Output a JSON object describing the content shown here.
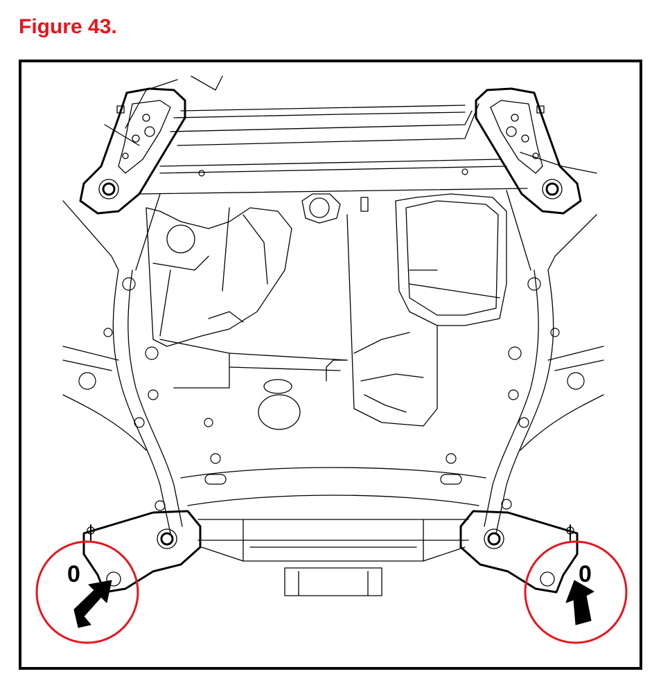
{
  "figure": {
    "title": "Figure 43."
  },
  "callouts": [
    {
      "side": "left",
      "label": "0"
    },
    {
      "side": "right",
      "label": "0"
    }
  ],
  "colors": {
    "title": "#e8141b",
    "callout_circle": "#e8141b",
    "line_art": "#000000",
    "background": "#ffffff"
  }
}
